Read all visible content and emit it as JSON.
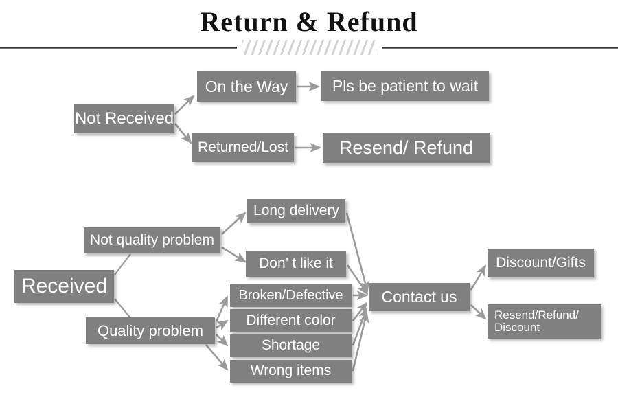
{
  "header": {
    "title": "Return & Refund",
    "divider_hatch": "diagonal-hatch-ornament"
  },
  "theme": {
    "node_fill": "#808080",
    "node_text": "#ffffff",
    "connector": "#9a9a9a",
    "rule": "#3a3a3a",
    "background": "#ffffff"
  },
  "diagram": {
    "type": "flowchart",
    "nodes": [
      {
        "id": "not-received",
        "label": "Not Received"
      },
      {
        "id": "on-the-way",
        "label": "On the Way"
      },
      {
        "id": "pls-be-patient",
        "label": "Pls be patient to wait"
      },
      {
        "id": "returned-lost",
        "label": "Returned/Lost"
      },
      {
        "id": "resend-refund",
        "label": "Resend/ Refund"
      },
      {
        "id": "received",
        "label": "Received"
      },
      {
        "id": "not-quality",
        "label": "Not quality problem"
      },
      {
        "id": "quality",
        "label": "Quality problem"
      },
      {
        "id": "long-delivery",
        "label": "Long delivery"
      },
      {
        "id": "dont-like-it",
        "label": "Don’ t like it"
      },
      {
        "id": "broken-defective",
        "label": "Broken/Defective"
      },
      {
        "id": "different-color",
        "label": "Different color"
      },
      {
        "id": "shortage",
        "label": "Shortage"
      },
      {
        "id": "wrong-items",
        "label": "Wrong items"
      },
      {
        "id": "contact-us",
        "label": "Contact us"
      },
      {
        "id": "discount-gifts",
        "label": "Discount/Gifts"
      },
      {
        "id": "resend-refund-discount_line1",
        "label": "Resend/Refund/"
      },
      {
        "id": "resend-refund-discount_line2",
        "label": "Discount"
      }
    ],
    "edges": [
      {
        "from": "not-received",
        "to": "on-the-way"
      },
      {
        "from": "not-received",
        "to": "returned-lost"
      },
      {
        "from": "on-the-way",
        "to": "pls-be-patient"
      },
      {
        "from": "returned-lost",
        "to": "resend-refund"
      },
      {
        "from": "received",
        "to": "not-quality"
      },
      {
        "from": "received",
        "to": "quality"
      },
      {
        "from": "not-quality",
        "to": "long-delivery"
      },
      {
        "from": "not-quality",
        "to": "dont-like-it"
      },
      {
        "from": "quality",
        "to": "broken-defective"
      },
      {
        "from": "quality",
        "to": "different-color"
      },
      {
        "from": "quality",
        "to": "shortage"
      },
      {
        "from": "quality",
        "to": "wrong-items"
      },
      {
        "from": "long-delivery",
        "to": "contact-us"
      },
      {
        "from": "dont-like-it",
        "to": "contact-us"
      },
      {
        "from": "broken-defective",
        "to": "contact-us"
      },
      {
        "from": "different-color",
        "to": "contact-us"
      },
      {
        "from": "shortage",
        "to": "contact-us"
      },
      {
        "from": "wrong-items",
        "to": "contact-us"
      },
      {
        "from": "contact-us",
        "to": "discount-gifts"
      },
      {
        "from": "contact-us",
        "to": "resend-refund-discount"
      }
    ]
  }
}
